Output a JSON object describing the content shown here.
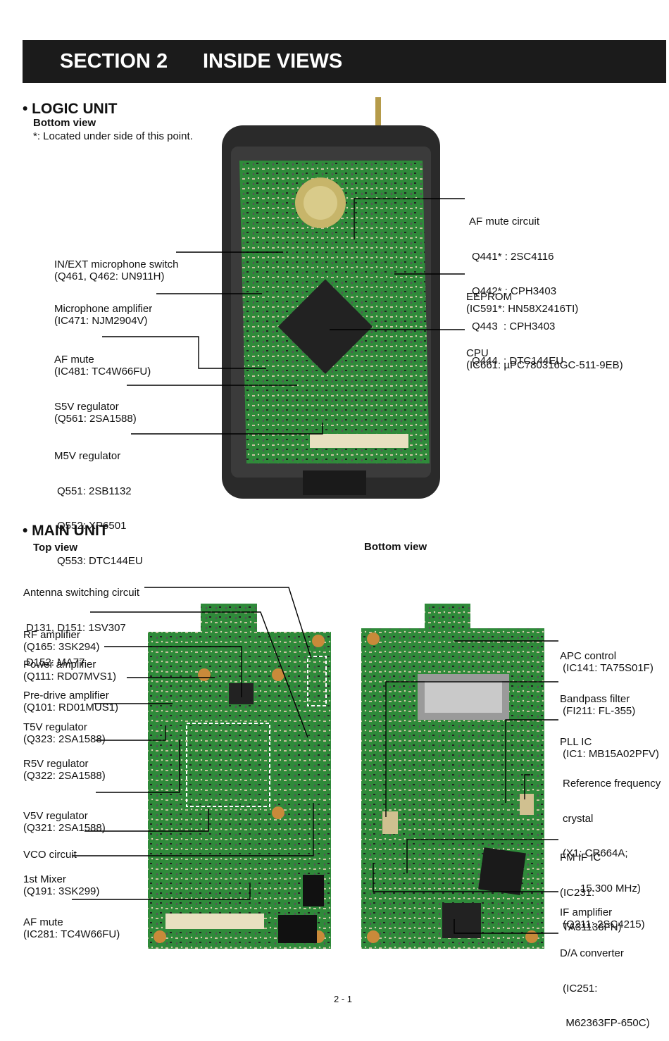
{
  "header": {
    "section": "SECTION 2",
    "title": "INSIDE VIEWS"
  },
  "logic_unit": {
    "heading": "• LOGIC UNIT",
    "view": "Bottom view",
    "note": "*: Located under side of this point.",
    "labels": {
      "mic_switch": [
        "IN/EXT microphone switch",
        "(Q461, Q462: UN911H)"
      ],
      "mic_amp": [
        "Microphone amplifier",
        "(IC471: NJM2904V)"
      ],
      "af_mute": [
        "AF mute",
        "(IC481: TC4W66FU)"
      ],
      "s5v": [
        "S5V regulator",
        "(Q561: 2SA1588)"
      ],
      "m5v": [
        "M5V regulator",
        "Q551: 2SB1132",
        "Q552: XP6501",
        "Q553: DTC144EU"
      ],
      "af_mute_circuit": [
        "AF mute circuit",
        "Q441* : 2SC4116",
        "Q442* : CPH3403",
        "Q443  : CPH3403",
        "Q444  : DTC144EU"
      ],
      "eeprom": [
        "EEPROM",
        "(IC591*: HN58X2416TI)"
      ],
      "cpu": [
        "CPU",
        "(IC661: µPC780316GC-511-9EB)"
      ]
    }
  },
  "main_unit": {
    "heading": "• MAIN UNIT",
    "top_view": "Top view",
    "bottom_view": "Bottom view",
    "left_labels": {
      "antenna": [
        "Antenna switching circuit",
        "D131, D151: 1SV307",
        "D152: MA77"
      ],
      "rf_amp": [
        "RF amplifier",
        "(Q165: 3SK294)"
      ],
      "power_amp": [
        "Power amplifier",
        "(Q111: RD07MVS1)"
      ],
      "predrive": [
        "Pre-drive amplifier",
        "(Q101: RD01MUS1)"
      ],
      "t5v": [
        "T5V regulator",
        "(Q323: 2SA1588)"
      ],
      "r5v": [
        "R5V regulator",
        "(Q322: 2SA1588)"
      ],
      "v5v": [
        "V5V regulator",
        "(Q321: 2SA1588)"
      ],
      "vco": [
        "VCO circuit"
      ],
      "mixer": [
        "1st Mixer",
        "(Q191: 3SK299)"
      ],
      "af_mute": [
        "AF mute",
        "(IC281: TC4W66FU)"
      ]
    },
    "right_labels": {
      "apc": [
        "APC control",
        " (IC141: TA75S01F)"
      ],
      "bpf": [
        "Bandpass filter",
        " (FI211: FL-355)"
      ],
      "pll": [
        "PLL IC",
        " (IC1: MB15A02PFV)"
      ],
      "ref": [
        "Reference frequency",
        "crystal",
        "(X1: CR664A;",
        "      15.300 MHz)"
      ],
      "fmif": [
        "FM IF IC",
        "(IC231:",
        " TA31136FN)"
      ],
      "ifamp": [
        "IF amplifier",
        " (Q211: 2SC4215)"
      ],
      "da": [
        "D/A converter",
        " (IC251:",
        "  M62363FP-650C)"
      ]
    }
  },
  "footer": {
    "page": "2 - 1"
  },
  "colors": {
    "pcb": "#2f8a3a",
    "banner": "#1b1b1b",
    "case": "#2a2a2a"
  }
}
